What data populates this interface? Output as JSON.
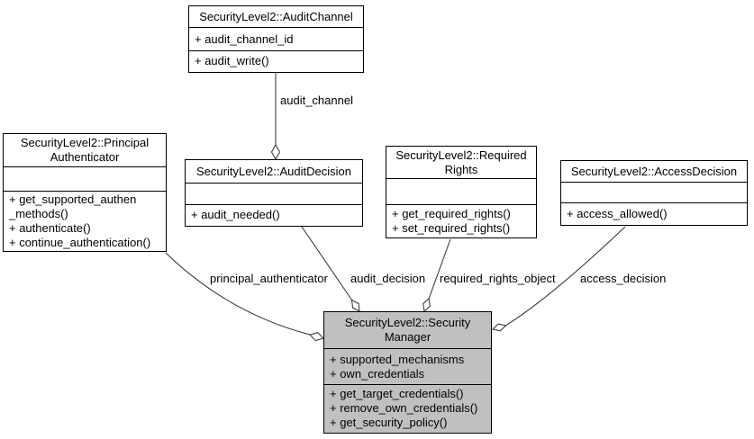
{
  "colors": {
    "background": "#ffffff",
    "node_fill": "#ffffff",
    "highlight_fill": "#c0c0c0",
    "border": "#000000",
    "edge": "#2e2e2e",
    "text": "#000000"
  },
  "classes": [
    {
      "name": "SecurityLevel2::AuditChannel",
      "title_lines": [
        "SecurityLevel2::AuditChannel"
      ],
      "attributes": [
        "+ audit_channel_id"
      ],
      "operations": [
        "+ audit_write()"
      ]
    },
    {
      "name": "SecurityLevel2::PrincipalAuthenticator",
      "title_lines": [
        "SecurityLevel2::Principal",
        "Authenticator"
      ],
      "attributes": [],
      "operations": [
        "+ get_supported_authen",
        "_methods()",
        "+ authenticate()",
        "+ continue_authentication()"
      ]
    },
    {
      "name": "SecurityLevel2::AuditDecision",
      "title_lines": [
        "SecurityLevel2::AuditDecision"
      ],
      "attributes": [],
      "operations": [
        "+ audit_needed()"
      ]
    },
    {
      "name": "SecurityLevel2::RequiredRights",
      "title_lines": [
        "SecurityLevel2::Required",
        "Rights"
      ],
      "attributes": [],
      "operations": [
        "+ get_required_rights()",
        "+ set_required_rights()"
      ]
    },
    {
      "name": "SecurityLevel2::AccessDecision",
      "title_lines": [
        "SecurityLevel2::AccessDecision"
      ],
      "attributes": [],
      "operations": [
        "+ access_allowed()"
      ]
    },
    {
      "name": "SecurityLevel2::SecurityManager",
      "title_lines": [
        "SecurityLevel2::Security",
        "Manager"
      ],
      "attributes": [
        "+ supported_mechanisms",
        "+ own_credentials"
      ],
      "operations": [
        "+ get_target_credentials()",
        "+ remove_own_credentials()",
        "+ get_security_policy()"
      ],
      "highlighted": true
    }
  ],
  "edges": [
    {
      "label": "audit_channel",
      "from": "SecurityLevel2::AuditChannel",
      "to": "SecurityLevel2::AuditDecision",
      "type": "aggregation"
    },
    {
      "label": "principal_authenticator",
      "from": "SecurityLevel2::PrincipalAuthenticator",
      "to": "SecurityLevel2::SecurityManager",
      "type": "aggregation"
    },
    {
      "label": "audit_decision",
      "from": "SecurityLevel2::AuditDecision",
      "to": "SecurityLevel2::SecurityManager",
      "type": "aggregation"
    },
    {
      "label": "required_rights_object",
      "from": "SecurityLevel2::RequiredRights",
      "to": "SecurityLevel2::SecurityManager",
      "type": "aggregation"
    },
    {
      "label": "access_decision",
      "from": "SecurityLevel2::AccessDecision",
      "to": "SecurityLevel2::SecurityManager",
      "type": "aggregation"
    }
  ]
}
